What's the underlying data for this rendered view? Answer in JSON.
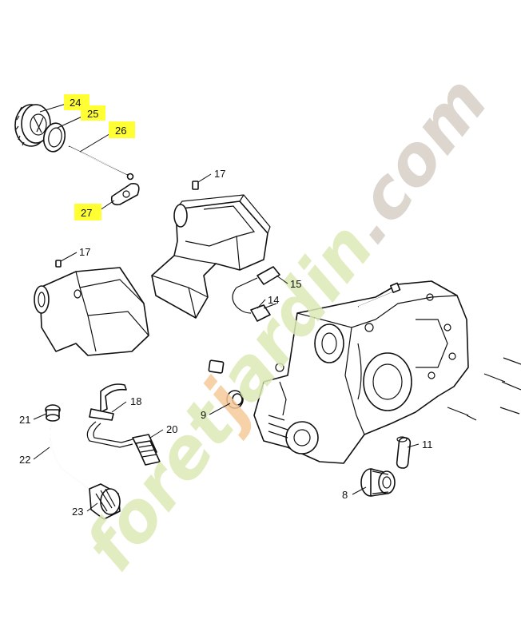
{
  "diagram": {
    "callouts": [
      {
        "id": "c24",
        "label": "24",
        "highlighted": true
      },
      {
        "id": "c25",
        "label": "25",
        "highlighted": true
      },
      {
        "id": "c26",
        "label": "26",
        "highlighted": true
      },
      {
        "id": "c27",
        "label": "27",
        "highlighted": true
      },
      {
        "id": "c17a",
        "label": "17",
        "highlighted": false
      },
      {
        "id": "c17b",
        "label": "17",
        "highlighted": false
      },
      {
        "id": "c15",
        "label": "15",
        "highlighted": false
      },
      {
        "id": "c14",
        "label": "14",
        "highlighted": false
      },
      {
        "id": "c18",
        "label": "18",
        "highlighted": false
      },
      {
        "id": "c9",
        "label": "9",
        "highlighted": false
      },
      {
        "id": "c20",
        "label": "20",
        "highlighted": false
      },
      {
        "id": "c21",
        "label": "21",
        "highlighted": false
      },
      {
        "id": "c22",
        "label": "22",
        "highlighted": false
      },
      {
        "id": "c23",
        "label": "23",
        "highlighted": false
      },
      {
        "id": "c11",
        "label": "11",
        "highlighted": false
      },
      {
        "id": "c8",
        "label": "8",
        "highlighted": false
      }
    ],
    "highlight_color": "#ffff33"
  },
  "watermark": {
    "text": "foretjardin.com",
    "colors": {
      "green": "#dcebb6",
      "orange": "#f6c99a",
      "grey": "#d6d0c6"
    }
  }
}
